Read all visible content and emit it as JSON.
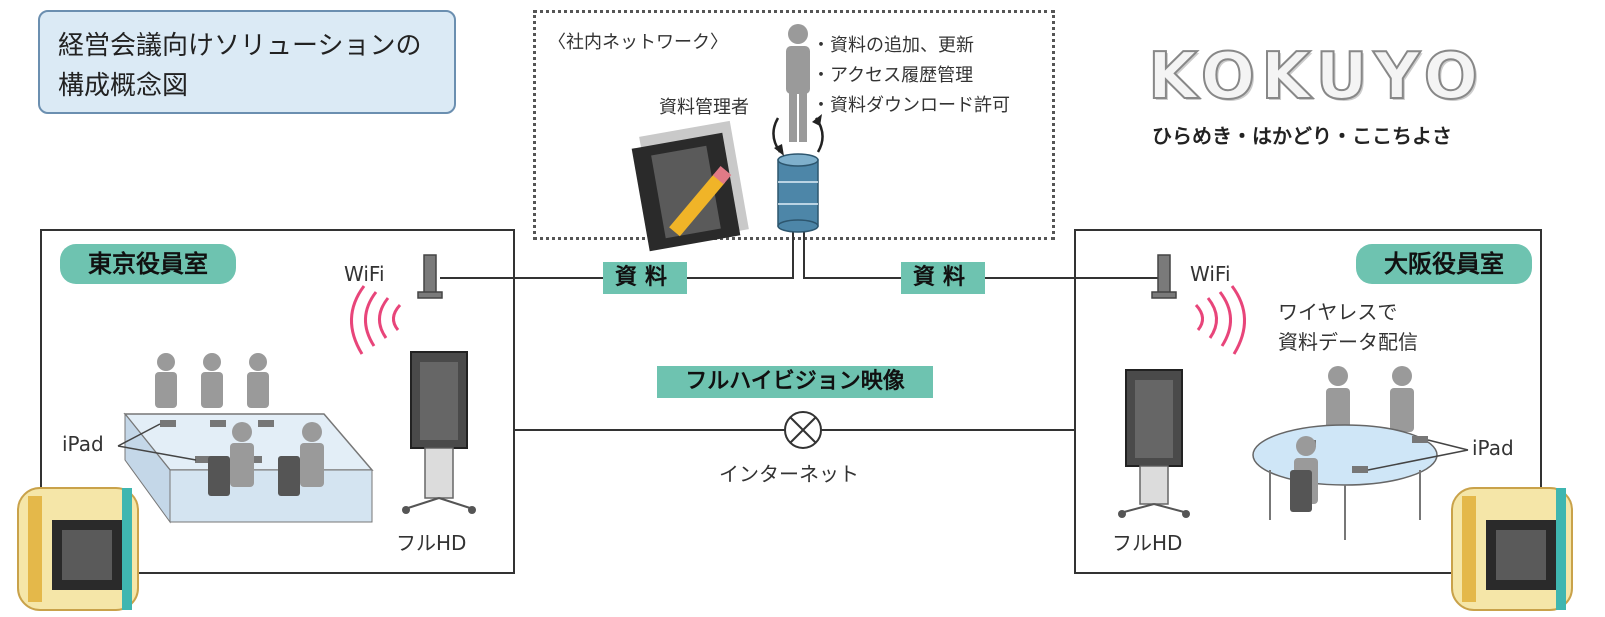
{
  "title": {
    "line1": "経営会議向けソリューションの",
    "line2": "構成概念図"
  },
  "network": {
    "label": "〈社内ネットワーク〉",
    "admin_label": "資料管理者",
    "features": [
      "・資料の追加、更新",
      "・アクセス履歴管理",
      "・資料ダウンロード許可"
    ]
  },
  "logo": {
    "brand": "KOKUYO",
    "tagline": "ひらめき・はかどり・ここちよさ"
  },
  "tokyo": {
    "room_name": "東京役員室",
    "wifi": "WiFi",
    "ipad": "iPad",
    "display": "フルHD"
  },
  "osaka": {
    "room_name": "大阪役員室",
    "wifi": "WiFi",
    "ipad": "iPad",
    "display": "フルHD",
    "wireless_line1": "ワイヤレスで",
    "wireless_line2": "資料データ配信"
  },
  "links": {
    "left_material": "資料",
    "right_material": "資料",
    "video": "フルハイビジョン映像",
    "internet": "インターネット"
  },
  "colors": {
    "accent": "#6ec3b0",
    "title_bg": "#dbeaf5",
    "wifi": "#e8457a",
    "db": "#4d86a8"
  }
}
